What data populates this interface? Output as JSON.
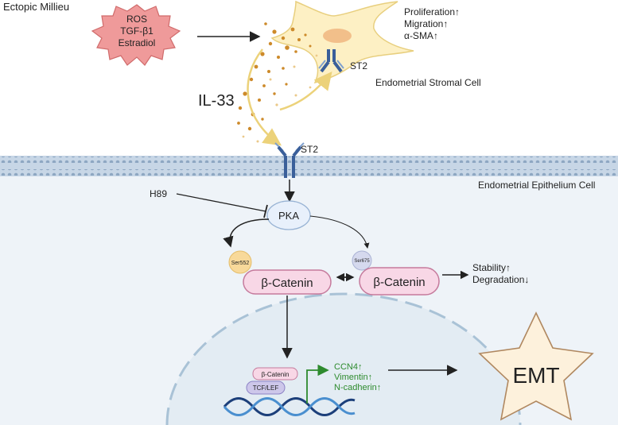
{
  "labels": {
    "milieu": "Ectopic Millieu",
    "stimuli": [
      "ROS",
      "TGF-β1",
      "Estradiol"
    ],
    "il33": "IL-33",
    "st2_top": "ST2",
    "st2_membrane": "ST2",
    "stromal_cell": "Endometrial Stromal Cell",
    "stromal_effects": [
      "Proliferation↑",
      "Migration↑",
      "α-SMA↑"
    ],
    "epithelium_cell": "Endometrial Epithelium Cell",
    "h89": "H89",
    "pka": "PKA",
    "ser552": "Ser552",
    "ser675": "Ser675",
    "beta_catenin_left": "β-Catenin",
    "beta_catenin_right": "β-Catenin",
    "stability": [
      "Stability↑",
      "Degradation↓"
    ],
    "nuclear_beta_catenin": "β-Catenin",
    "tcf_lef": "TCF/LEF",
    "targets": [
      "CCN4↑",
      "Vimentin↑",
      "N-cadherin↑"
    ],
    "emt": "EMT"
  },
  "colors": {
    "stimulus_burst": "#ef9a9a",
    "stromal_cell": "#fdf0c4",
    "cytoplasm": "#eef3f8",
    "membrane": "#a9bfd6",
    "receptor": "#3a5f9a",
    "pka": "#e8f0fb",
    "catenin": "#f8d7e6",
    "ser552": "#f8d99a",
    "ser675": "#d5d9ee",
    "target_genes": "#2e8b2e",
    "emt_star": "#fdf1dc"
  }
}
